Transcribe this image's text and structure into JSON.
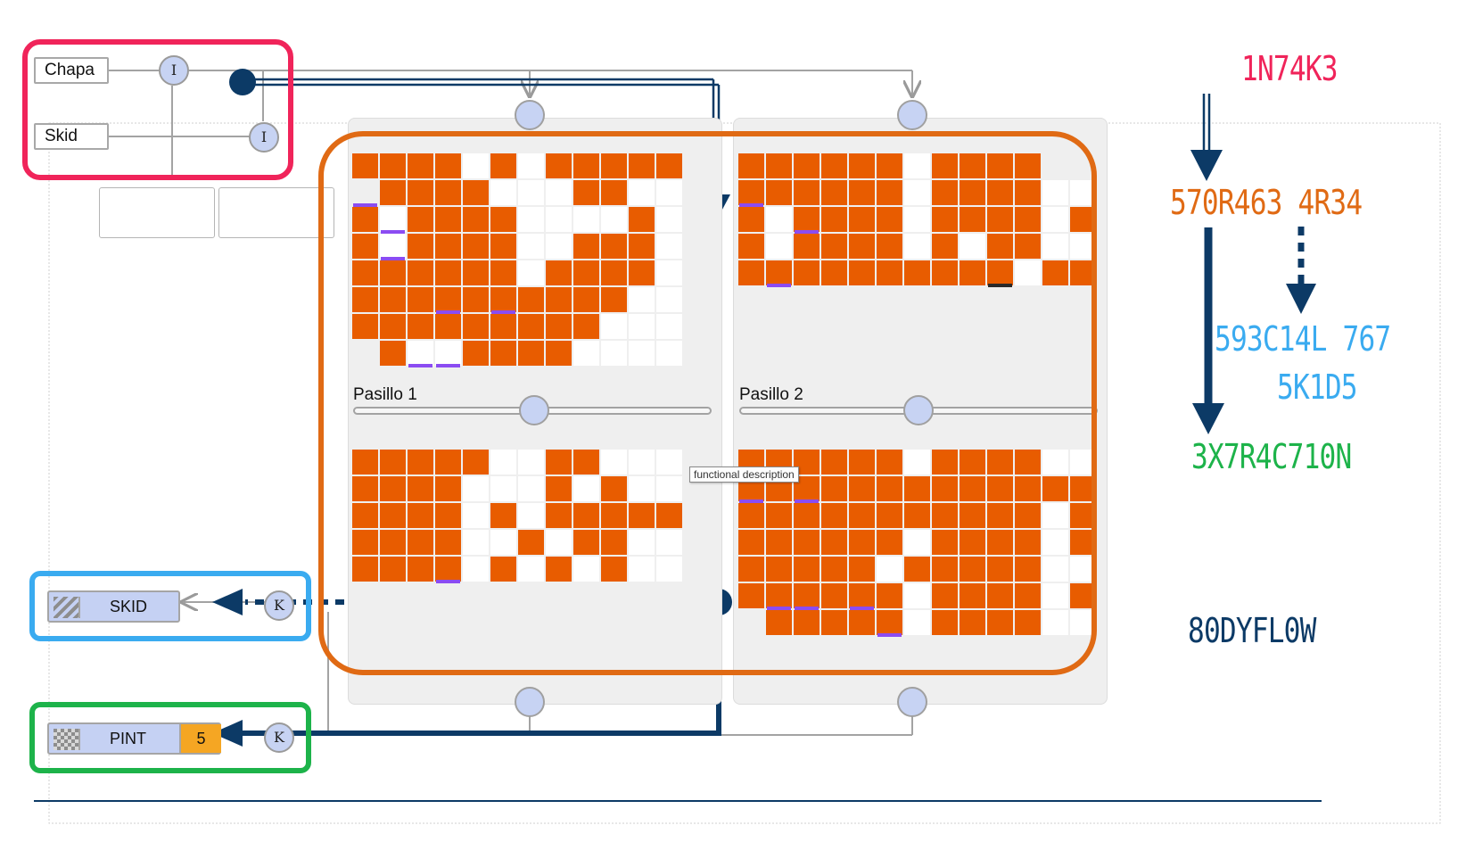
{
  "inputs": {
    "items": [
      {
        "label": "Chapa",
        "node": "I"
      },
      {
        "label": "Skid",
        "node": "I"
      }
    ]
  },
  "aisles": [
    {
      "label": "Pasillo 1"
    },
    {
      "label": "Pasillo 2"
    }
  ],
  "tooltip": "functional description",
  "outputs": [
    {
      "label": "SKID",
      "node": "K",
      "swatch": "hatch-icon"
    },
    {
      "label": "PINT",
      "node": "K",
      "swatch": "checker-icon",
      "count": "5"
    }
  ],
  "legend": {
    "intake": "1N74K3",
    "storage_area": "570R463 4R34",
    "special_skids": "593C14L 767",
    "special_skids_2": "5K1D5",
    "extraction": "3X7R4C710N",
    "bodyflow": "80DYFL0W"
  },
  "colors": {
    "intake": "#f0245a",
    "storage": "#e06a14",
    "special": "#3aabf0",
    "extraction": "#1db34a",
    "flow_arrow": "#0c3a66",
    "cell_full": "#e85c00",
    "marker": "#8b4cf2",
    "node": "#c7d3f3"
  }
}
